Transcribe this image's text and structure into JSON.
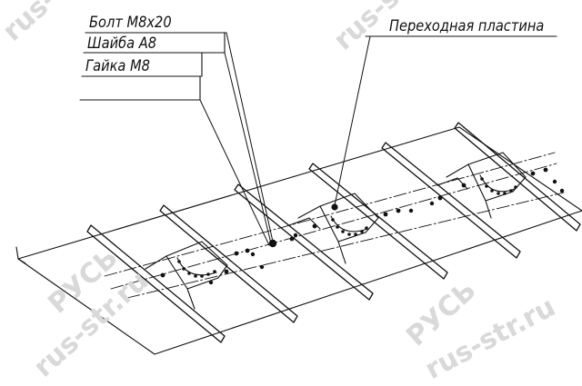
{
  "callouts": {
    "bolt": "Болт М8х20",
    "washer": "Шайба А8",
    "nut": "Гайка М8",
    "plate": "Переходная пластина"
  },
  "watermarks": {
    "latin": "rus-str.ru",
    "cyrillic": "РУСЬ"
  },
  "colors": {
    "line": "#111111",
    "watermark": "#d9d9d9"
  }
}
